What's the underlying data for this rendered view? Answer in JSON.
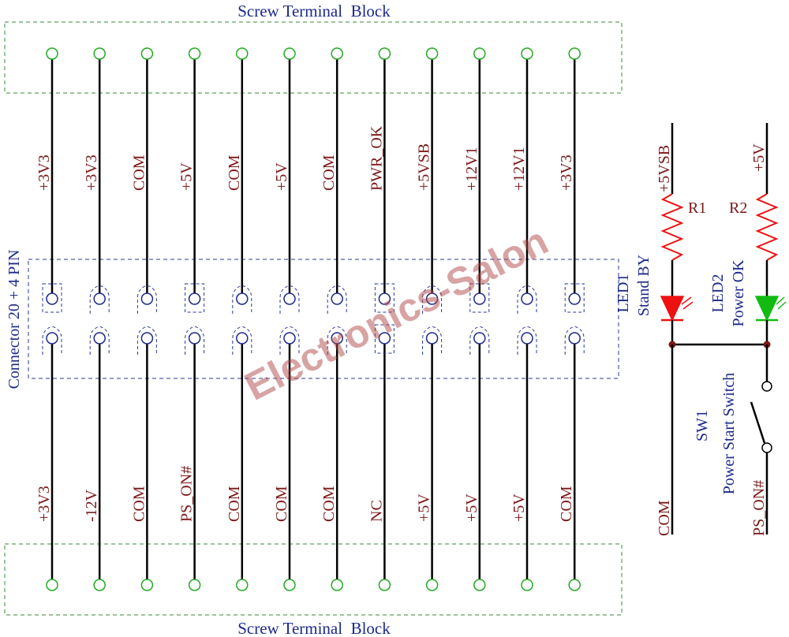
{
  "diagram": {
    "title_top": "Screw Terminal  Block",
    "title_bottom": "Screw Terminal  Block",
    "connector_label": "Connector 20 + 4 PIN",
    "watermark": "Electronics-Salon",
    "top_pins": [
      "+3V3",
      "+3V3",
      "COM",
      "+5V",
      "COM",
      "+5V",
      "COM",
      "PWR_OK",
      "+5VSB",
      "+12V1",
      "+12V1",
      "+3V3"
    ],
    "bottom_pins": [
      "+3V3",
      "-12V",
      "COM",
      "PS_ON#",
      "COM",
      "COM",
      "COM",
      "NC",
      "+5V",
      "+5V",
      "+5V",
      "COM"
    ],
    "r1": {
      "label": "R1",
      "supply": "+5VSB"
    },
    "r2": {
      "label": "R2",
      "supply": "+5V"
    },
    "led1": {
      "ref": "LED1",
      "name": "Stand BY"
    },
    "led2": {
      "ref": "LED2",
      "name": "Power OK"
    },
    "sw1": {
      "ref": "SW1",
      "name": "Power Start Switch"
    },
    "com_net": "COM",
    "ps_on_net": "PS_ON#",
    "colors": {
      "wire": "#000000",
      "outline": "#2a3a9a",
      "block_border": "#3a8a3a",
      "terminal": "#22aa22",
      "label": "#7a1818",
      "led1": "#ee1111",
      "led2": "#11bb11",
      "junction": "#7a1818"
    }
  }
}
